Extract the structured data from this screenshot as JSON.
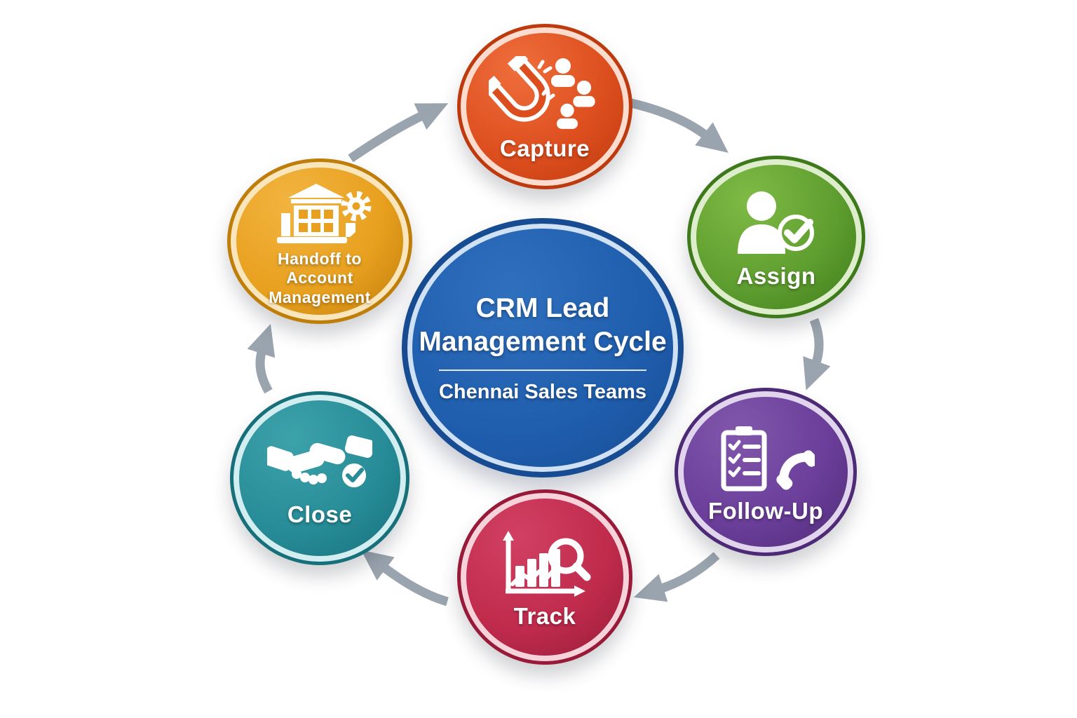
{
  "center": {
    "title_lines": [
      "CRM Lead",
      "Management Cycle"
    ],
    "subtitle": "Chennai Sales Teams",
    "colors": {
      "main": "#1F5DAD",
      "light": "#2F70BE",
      "dark": "#174C92",
      "ring": "#CFE1F3"
    }
  },
  "nodes": [
    {
      "id": "capture",
      "label": "Capture",
      "icon": "magnet-attracting-leads-icon",
      "colors": {
        "main": "#DD4E1E",
        "light": "#EF6E3C",
        "dark": "#BD3A0E",
        "ring": "#FBDCCE"
      }
    },
    {
      "id": "assign",
      "label": "Assign",
      "icon": "person-check-icon",
      "colors": {
        "main": "#5E9D2F",
        "light": "#7FBA45",
        "dark": "#3E7A1B",
        "ring": "#DEEECC"
      }
    },
    {
      "id": "follow-up",
      "label": "Follow-Up",
      "icon": "checklist-phone-icon",
      "colors": {
        "main": "#6A3E99",
        "light": "#8157AC",
        "dark": "#4D2A75",
        "ring": "#E1D5ED"
      }
    },
    {
      "id": "track",
      "label": "Track",
      "icon": "chart-magnifier-icon",
      "colors": {
        "main": "#C02B4C",
        "light": "#D14063",
        "dark": "#971B38",
        "ring": "#F6D3DB"
      }
    },
    {
      "id": "close",
      "label": "Close",
      "icon": "handshake-check-icon",
      "colors": {
        "main": "#278C97",
        "light": "#3DA2AA",
        "dark": "#166F79",
        "ring": "#D3EEF1"
      }
    },
    {
      "id": "handoff",
      "label": "Handoff to Account Management",
      "lines": [
        "Handoff to",
        "Account",
        "Management"
      ],
      "icon": "building-gear-icon",
      "colors": {
        "main": "#E8A01E",
        "light": "#F2B440",
        "dark": "#BF7D0A",
        "ring": "#FAE6BC"
      }
    }
  ],
  "arrows": {
    "color": "#9AA4AE"
  }
}
